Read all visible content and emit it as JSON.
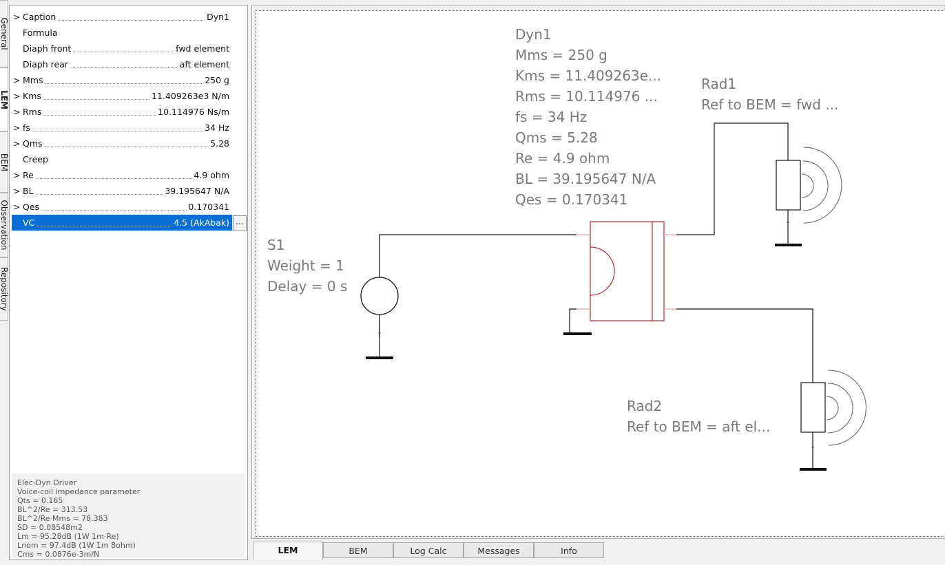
{
  "side_tabs": [
    "General",
    "LEM",
    "BEM",
    "Observation",
    "Repository"
  ],
  "properties": [
    {
      "arrow": ">",
      "name": "Caption",
      "value": "Dyn1"
    },
    {
      "arrow": "",
      "name": "Formula",
      "value": ""
    },
    {
      "arrow": "",
      "name": "Diaph front",
      "value": "fwd element"
    },
    {
      "arrow": "",
      "name": "Diaph rear",
      "value": "aft element"
    },
    {
      "arrow": ">",
      "name": "Mms",
      "value": "250 g"
    },
    {
      "arrow": ">",
      "name": "Kms",
      "value": "11.409263e3 N/m"
    },
    {
      "arrow": ">",
      "name": "Rms",
      "value": "10.114976 Ns/m"
    },
    {
      "arrow": ">",
      "name": "fs",
      "value": "34 Hz"
    },
    {
      "arrow": ">",
      "name": "Qms",
      "value": "5.28"
    },
    {
      "arrow": "",
      "name": "Creep",
      "value": ""
    },
    {
      "arrow": ">",
      "name": "Re",
      "value": "4.9 ohm"
    },
    {
      "arrow": ">",
      "name": "BL",
      "value": "39.195647 N/A"
    },
    {
      "arrow": ">",
      "name": "Qes",
      "value": "0.170341"
    },
    {
      "arrow": "",
      "name": "VC",
      "value": "4.5  (AkAbak)",
      "selected": true
    }
  ],
  "ellipsis_button": "...",
  "info_lines": [
    "Elec-Dyn Driver",
    "Voice-coil impedance parameter",
    "Qts = 0.165",
    "BL^2/Re = 313.53",
    "BL^2/Re·Mms = 78.383",
    "SD = 0.08548m2",
    "Lm = 95.28dB (1W 1m Re)",
    "Lnom = 97.4dB (1W 1m 8ohm)",
    "Cms = 0.0876e-3m/N"
  ],
  "diagram": {
    "dyn1": [
      "Dyn1",
      "Mms = 250 g",
      "Kms = 11.409263e...",
      "Rms = 10.114976 ...",
      "fs = 34 Hz",
      "Qms = 5.28",
      "Re = 4.9 ohm",
      "BL = 39.195647 N/A",
      "Qes = 0.170341"
    ],
    "rad1": [
      "Rad1",
      "Ref to BEM = fwd ..."
    ],
    "s1": [
      "S1",
      "Weight = 1",
      "Delay = 0 s"
    ],
    "rad2": [
      "Rad2",
      "Ref to BEM = aft el..."
    ],
    "label_color": "#7a7a7a",
    "driver_color": "#cc1f2a"
  },
  "bottom_tabs": [
    "LEM",
    "BEM",
    "Log Calc",
    "Messages",
    "Info"
  ],
  "active_bottom_tab": "LEM",
  "active_side_tab": "LEM"
}
